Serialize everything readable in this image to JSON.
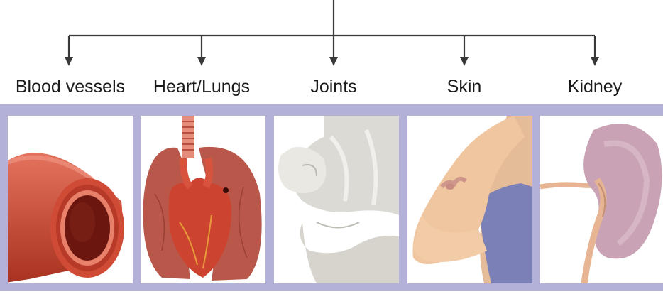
{
  "organs": [
    {
      "label": "Blood vessels",
      "illustration": "blood-vessel-cross-section"
    },
    {
      "label": "Heart/Lungs",
      "illustration": "heart-and-lungs"
    },
    {
      "label": "Joints",
      "illustration": "knee-joint"
    },
    {
      "label": "Skin",
      "illustration": "arm-skin-rash"
    },
    {
      "label": "Kidney",
      "illustration": "kidney"
    }
  ],
  "colors": {
    "strip": "#b3b1d8",
    "connector": "#3a3a3a",
    "vessel": "#c4432f",
    "lung": "#b8574a",
    "heart": "#c8412d",
    "bone": "#e4e2dd",
    "skin": "#f0c8a3",
    "shirt": "#7d83b8",
    "kidney": "#c9a3b5"
  }
}
